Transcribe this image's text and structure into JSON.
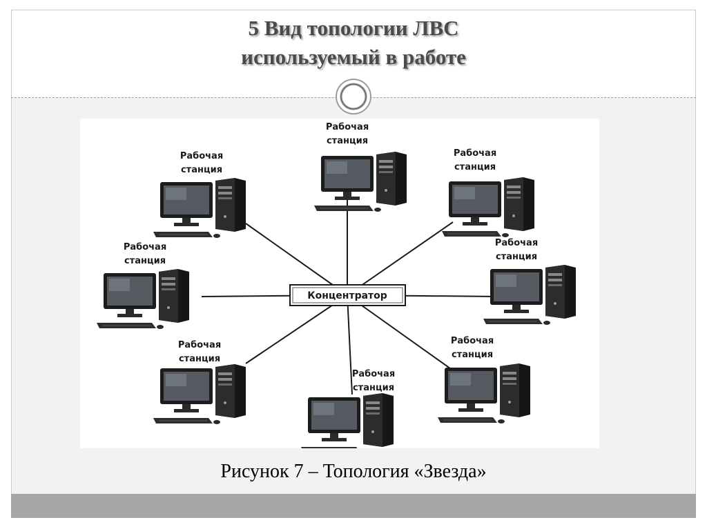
{
  "slide": {
    "title_line1": "5  Вид топологии ЛВС",
    "title_line2": "используемый в работе",
    "caption": "Рисунок 7 – Топология «Звезда»"
  },
  "diagram": {
    "hub_label": "Концентратор",
    "workstations": [
      {
        "line1": "Рабочая",
        "line2": "станция"
      },
      {
        "line1": "Рабочая",
        "line2": "станция"
      },
      {
        "line1": "Рабочая",
        "line2": "станция"
      },
      {
        "line1": "Рабочая",
        "line2": "станция"
      },
      {
        "line1": "Рабочая",
        "line2": "станция"
      },
      {
        "line1": "Рабочая",
        "line2": "станция"
      },
      {
        "line1": "Рабочая",
        "line2": "станция"
      },
      {
        "line1": "Рабочая",
        "line2": "станция"
      }
    ]
  },
  "colors": {
    "title": "#4a4a4a",
    "content_bg": "#f2f2f2",
    "footer_band": "#a6a6a6",
    "computer_dark": "#1c1c1c"
  }
}
